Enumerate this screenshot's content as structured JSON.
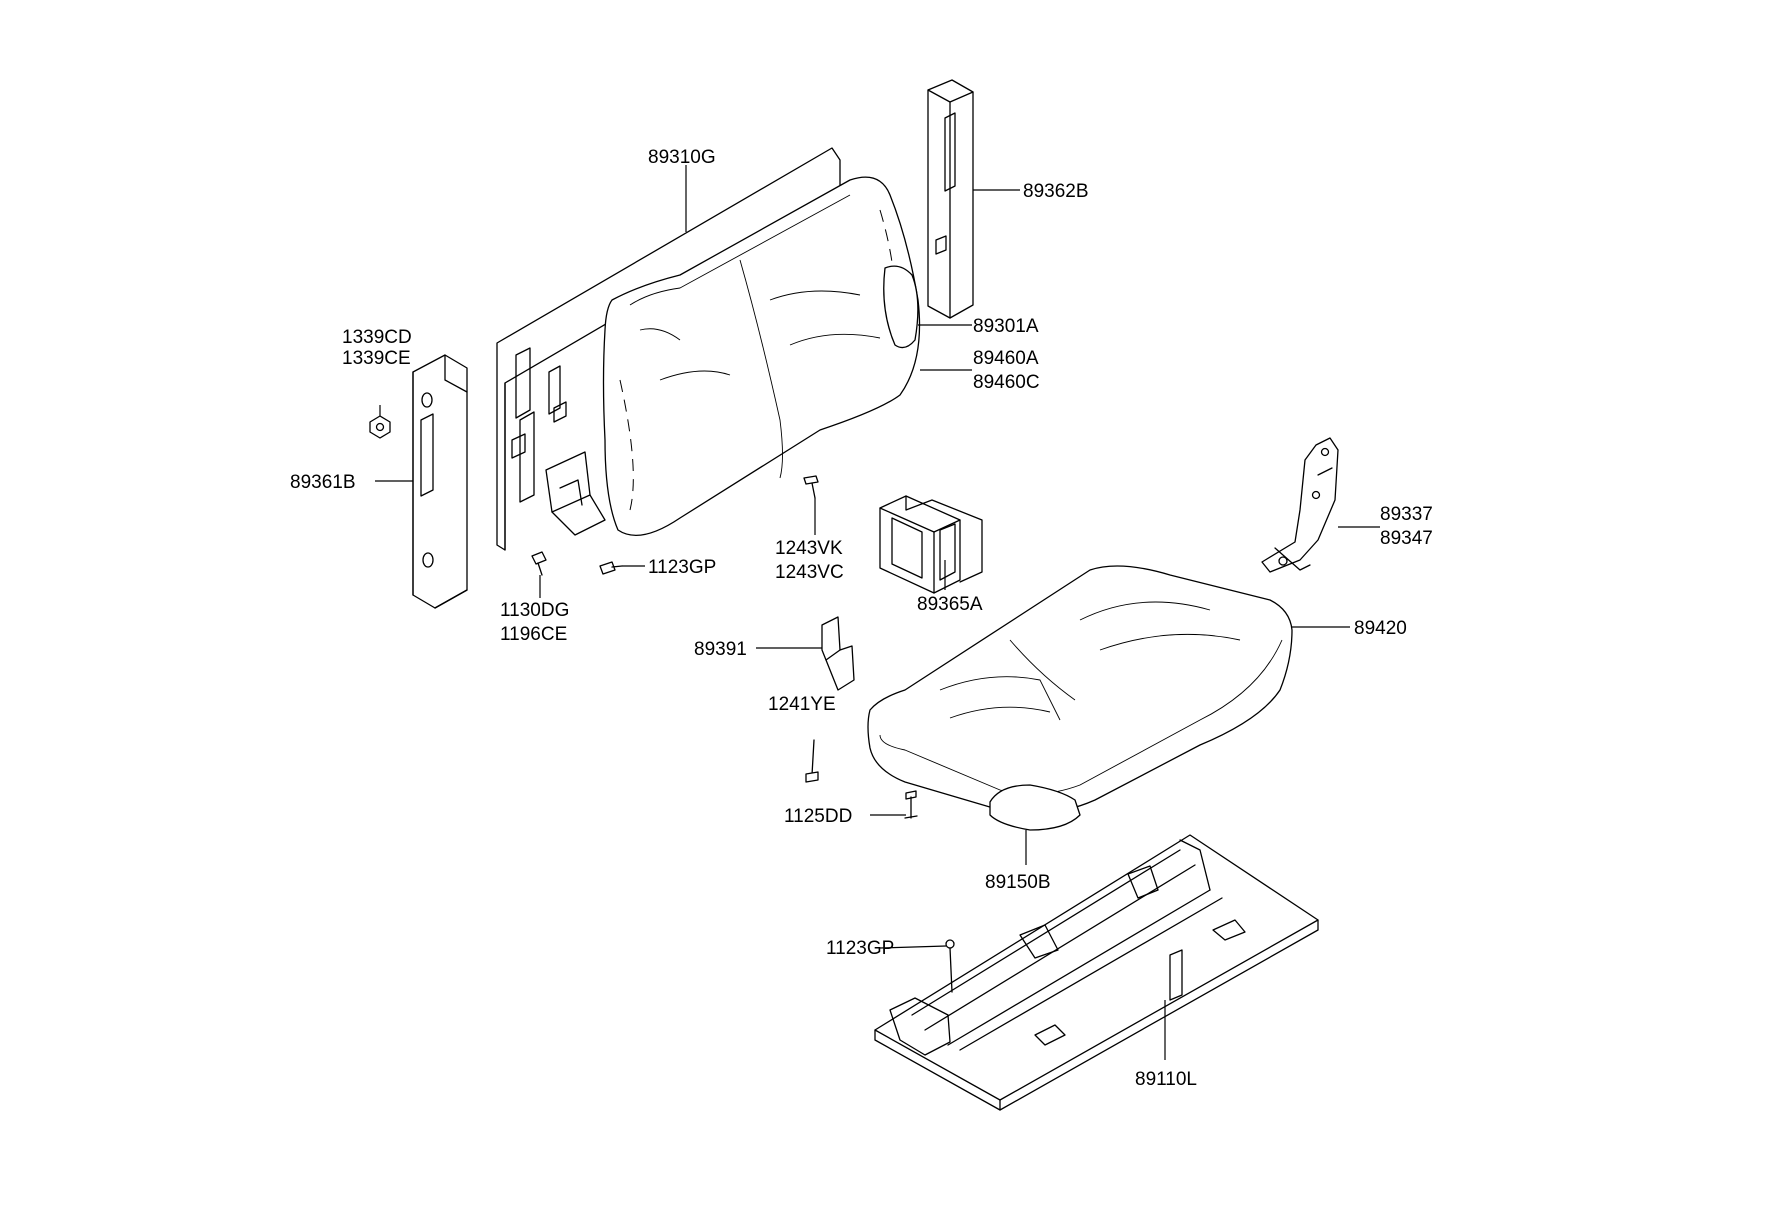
{
  "labels": {
    "p89310G": "89310G",
    "p89362B": "89362B",
    "p89301A": "89301A",
    "p89460A": "89460A",
    "p89460C": "89460C",
    "p1339CD": "1339CD",
    "p1339CE": "1339CE",
    "p89361B": "89361B",
    "p1243VK": "1243VK",
    "p1243VC": "1243VC",
    "p89337": "89337",
    "p89347": "89347",
    "p1123GP_a": "1123GP",
    "p1130DG": "1130DG",
    "p1196CE": "1196CE",
    "p89365A": "89365A",
    "p89420": "89420",
    "p89391": "89391",
    "p1241YE": "1241YE",
    "p1125DD": "1125DD",
    "p89150B": "89150B",
    "p1123GP_b": "1123GP",
    "p89110L": "89110L"
  }
}
